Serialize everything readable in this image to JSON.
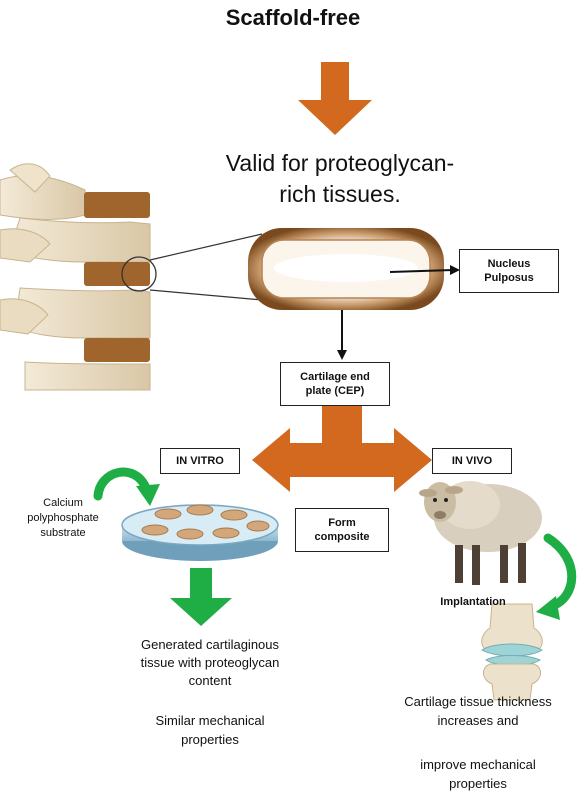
{
  "diagram": {
    "title": "Scaffold-free",
    "subtitle": "Valid for proteoglycan-\nrich tissues.",
    "nucleus_label": "Nucleus\nPulposus",
    "cep_label": "Cartilage end\nplate (CEP)",
    "in_vitro_label": "IN VITRO",
    "in_vivo_label": "IN VIVO",
    "form_composite_label": "Form\ncomposite",
    "substrate_label": "Calcium\npolyphosphate\nsubstrate",
    "result_vitro_1": "Generated cartilaginous\ntissue with proteoglycan\ncontent",
    "result_vitro_2": "Similar mechanical\nproperties",
    "implantation_label": "Implantation",
    "result_vivo_1": "Cartilage tissue thickness\nincreases and",
    "result_vivo_2": "improve mechanical\nproperties"
  },
  "colors": {
    "orange_arrow": "#d2691e",
    "green_arrow": "#1fae45",
    "disc_brown": "#8b5a2b",
    "bone": "#e8dcc6",
    "cartilage_blue": "#9fd3d6"
  }
}
